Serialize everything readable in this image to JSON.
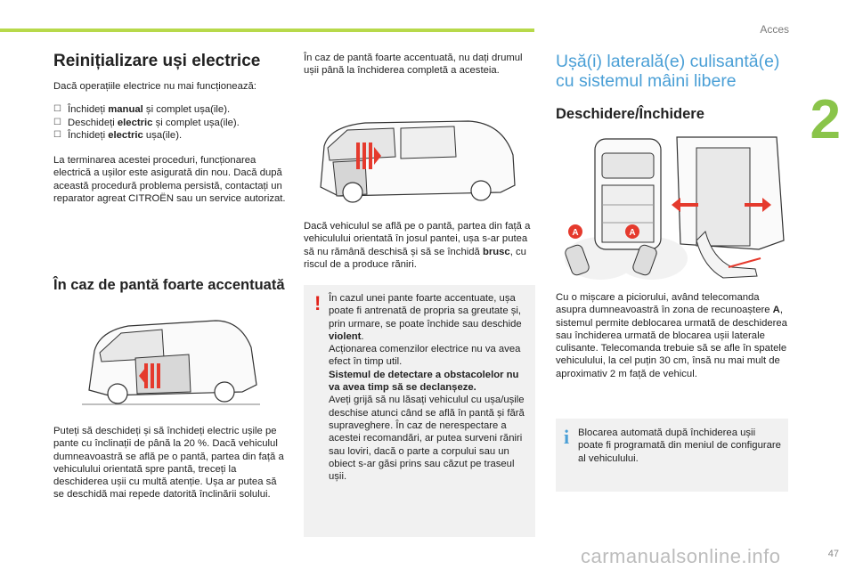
{
  "header": {
    "section": "Acces",
    "chapter": "2"
  },
  "footer": {
    "page": "47",
    "watermark": "carmanualsonline.info"
  },
  "col1": {
    "title": "Reinițializare uși electrice",
    "intro": "Dacă operațiile electrice nu mai funcționează:",
    "steps": [
      {
        "pre": "Închideți ",
        "bold": "manual",
        "post": " și complet ușa(ile)."
      },
      {
        "pre": "Deschideți ",
        "bold": "electric",
        "post": " și complet ușa(ile)."
      },
      {
        "pre": "Închideți ",
        "bold": "electric",
        "post": " ușa(ile)."
      }
    ],
    "note": "La terminarea acestei proceduri, funcționarea electrică a ușilor este asigurată din nou. Dacă după această procedură problema persistă, contactați un reparator agreat CITROËN sau un service autorizat.",
    "slope_title": "În caz de pantă foarte accentuată",
    "slope_text": "Puteți să deschideți și să închideți electric ușile pe pante cu înclinații de până la 20 %. Dacă vehiculul dumneavoastră se află pe o pantă, partea din față a vehiculului orientată spre pantă, treceți la deschiderea ușii cu multă atenție. Ușa ar putea să se deschidă mai repede datorită înclinării solului."
  },
  "col2": {
    "intro": "În caz de pantă foarte accentuată, nu dați drumul ușii până la închiderea completă a acesteia.",
    "slope_down_pre": "Dacă vehiculul se află pe o pantă, partea din față a vehiculului orientată în josul pantei, ușa s-ar putea să nu rămână deschisă și să se închidă ",
    "slope_down_bold": "brusc",
    "slope_down_post": ", cu riscul de a produce răniri.",
    "warning": {
      "p1_pre": "În cazul unei pante foarte accentuate, ușa poate fi antrenată de propria sa greutate și, prin urmare, se poate închide sau deschide ",
      "p1_bold": "violent",
      "p1_post": ".",
      "p2": "Acționarea comenzilor electrice nu va avea efect în timp util.",
      "p3_bold": "Sistemul de detectare a obstacolelor nu va avea timp să se declanșeze.",
      "p4": "Aveți grijă să nu lăsați vehiculul cu ușa/ușile deschise atunci când se află în pantă și fără supraveghere. În caz de nerespectare a acestei recomandări, ar putea surveni răniri sau loviri, dacă o parte a corpului sau un obiect s-ar găsi prins sau căzut pe traseul ușii."
    }
  },
  "col3": {
    "title": "Ușă(i) laterală(e) culisantă(e) cu sistemul mâini libere",
    "subtitle": "Deschidere/Închidere",
    "fig_label": "A",
    "text_pre": "Cu o mișcare a piciorului, având telecomanda asupra dumneavoastră în zona de recunoaștere ",
    "text_bold": "A",
    "text_post": ", sistemul permite deblocarea urmată de deschiderea sau închiderea urmată de blocarea ușii laterale culisante. Telecomanda trebuie să se afle în spatele vehiculului, la cel puțin 30 cm, însă nu mai mult de aproximativ 2 m față de vehicul.",
    "info": "Blocarea automată după închiderea ușii poate fi programată din meniul de configurare al vehiculului."
  }
}
